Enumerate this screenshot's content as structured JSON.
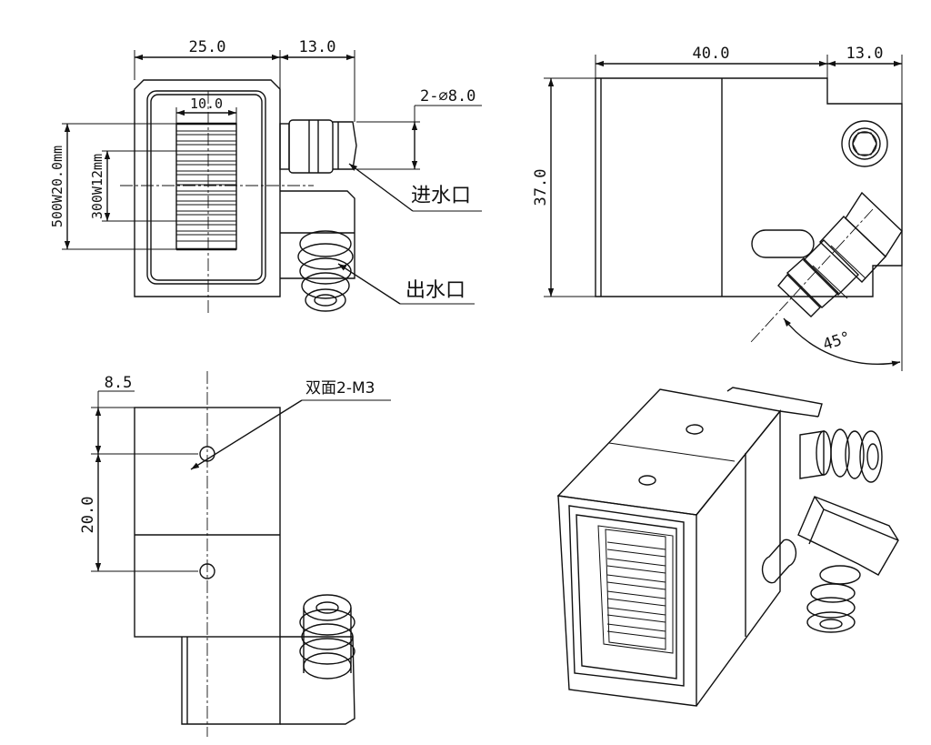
{
  "front_view": {
    "dim_width": "25.0",
    "dim_offset": "13.0",
    "dim_slot": "10.0",
    "label_500w": "500W20.0mm",
    "label_300w": "300W12mm",
    "dim_ports": "2-⌀8.0",
    "inlet_label": "进水口",
    "outlet_label": "出水口"
  },
  "side_view": {
    "dim_width": "40.0",
    "dim_offset": "13.0",
    "dim_height": "37.0",
    "dim_angle": "45°"
  },
  "bottom_view": {
    "dim_offset": "8.5",
    "dim_spacing": "20.0",
    "hole_label": "双面2-M3"
  }
}
